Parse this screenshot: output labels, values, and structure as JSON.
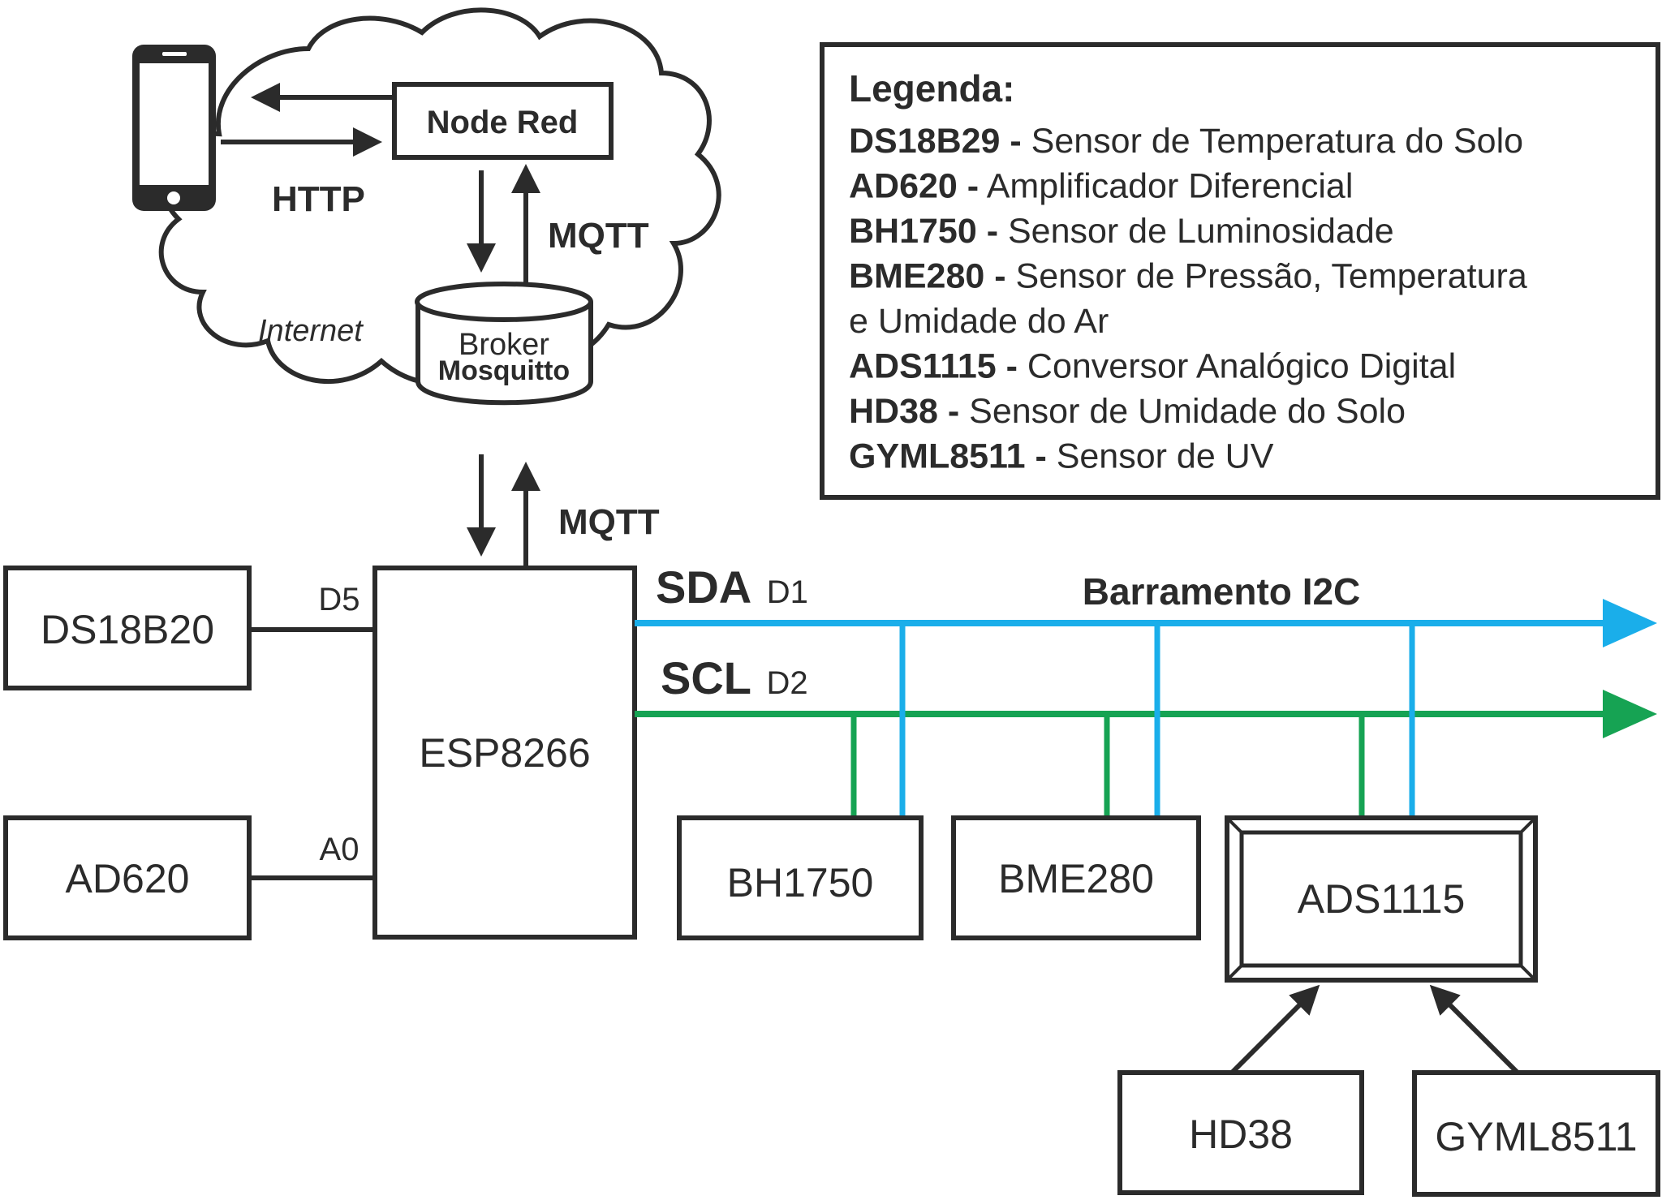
{
  "colors": {
    "sda": "#1aaeea",
    "scl": "#16a353",
    "ink": "#2b2b2b"
  },
  "icons": {
    "phone": "smartphone-icon",
    "cloud": "cloud-icon",
    "database": "database-icon"
  },
  "cloud": {
    "label": "Internet",
    "node_red": "Node Red",
    "http": "HTTP",
    "mqtt_top": "MQTT",
    "broker_line1": "Broker",
    "broker_line2": "Mosquitto"
  },
  "mqtt_bottom": "MQTT",
  "esp": {
    "label": "ESP8266",
    "pin_d5": "D5",
    "pin_a0": "A0"
  },
  "ds18b20": "DS18B20",
  "ad620": "AD620",
  "bus": {
    "sda": "SDA",
    "sda_pin": "D1",
    "scl": "SCL",
    "scl_pin": "D2",
    "title": "Barramento I2C"
  },
  "bh1750": "BH1750",
  "bme280": "BME280",
  "ads1115": "ADS1115",
  "hd38": "HD38",
  "gyml8511": "GYML8511",
  "legend": {
    "title": "Legenda:",
    "items": [
      {
        "key": "DS18B29 -",
        "desc": " Sensor de Temperatura do Solo"
      },
      {
        "key": "AD620 -",
        "desc": " Amplificador Diferencial"
      },
      {
        "key": "BH1750 -",
        "desc": " Sensor de Luminosidade"
      },
      {
        "key": "BME280 -",
        "desc": " Sensor de Pressão, Temperatura"
      },
      {
        "key": "",
        "desc": "e Umidade do Ar"
      },
      {
        "key": "ADS1115 -",
        "desc": " Conversor Analógico Digital"
      },
      {
        "key": "HD38 -",
        "desc": " Sensor de Umidade do Solo"
      },
      {
        "key": "GYML8511 -",
        "desc": " Sensor de UV"
      }
    ]
  }
}
